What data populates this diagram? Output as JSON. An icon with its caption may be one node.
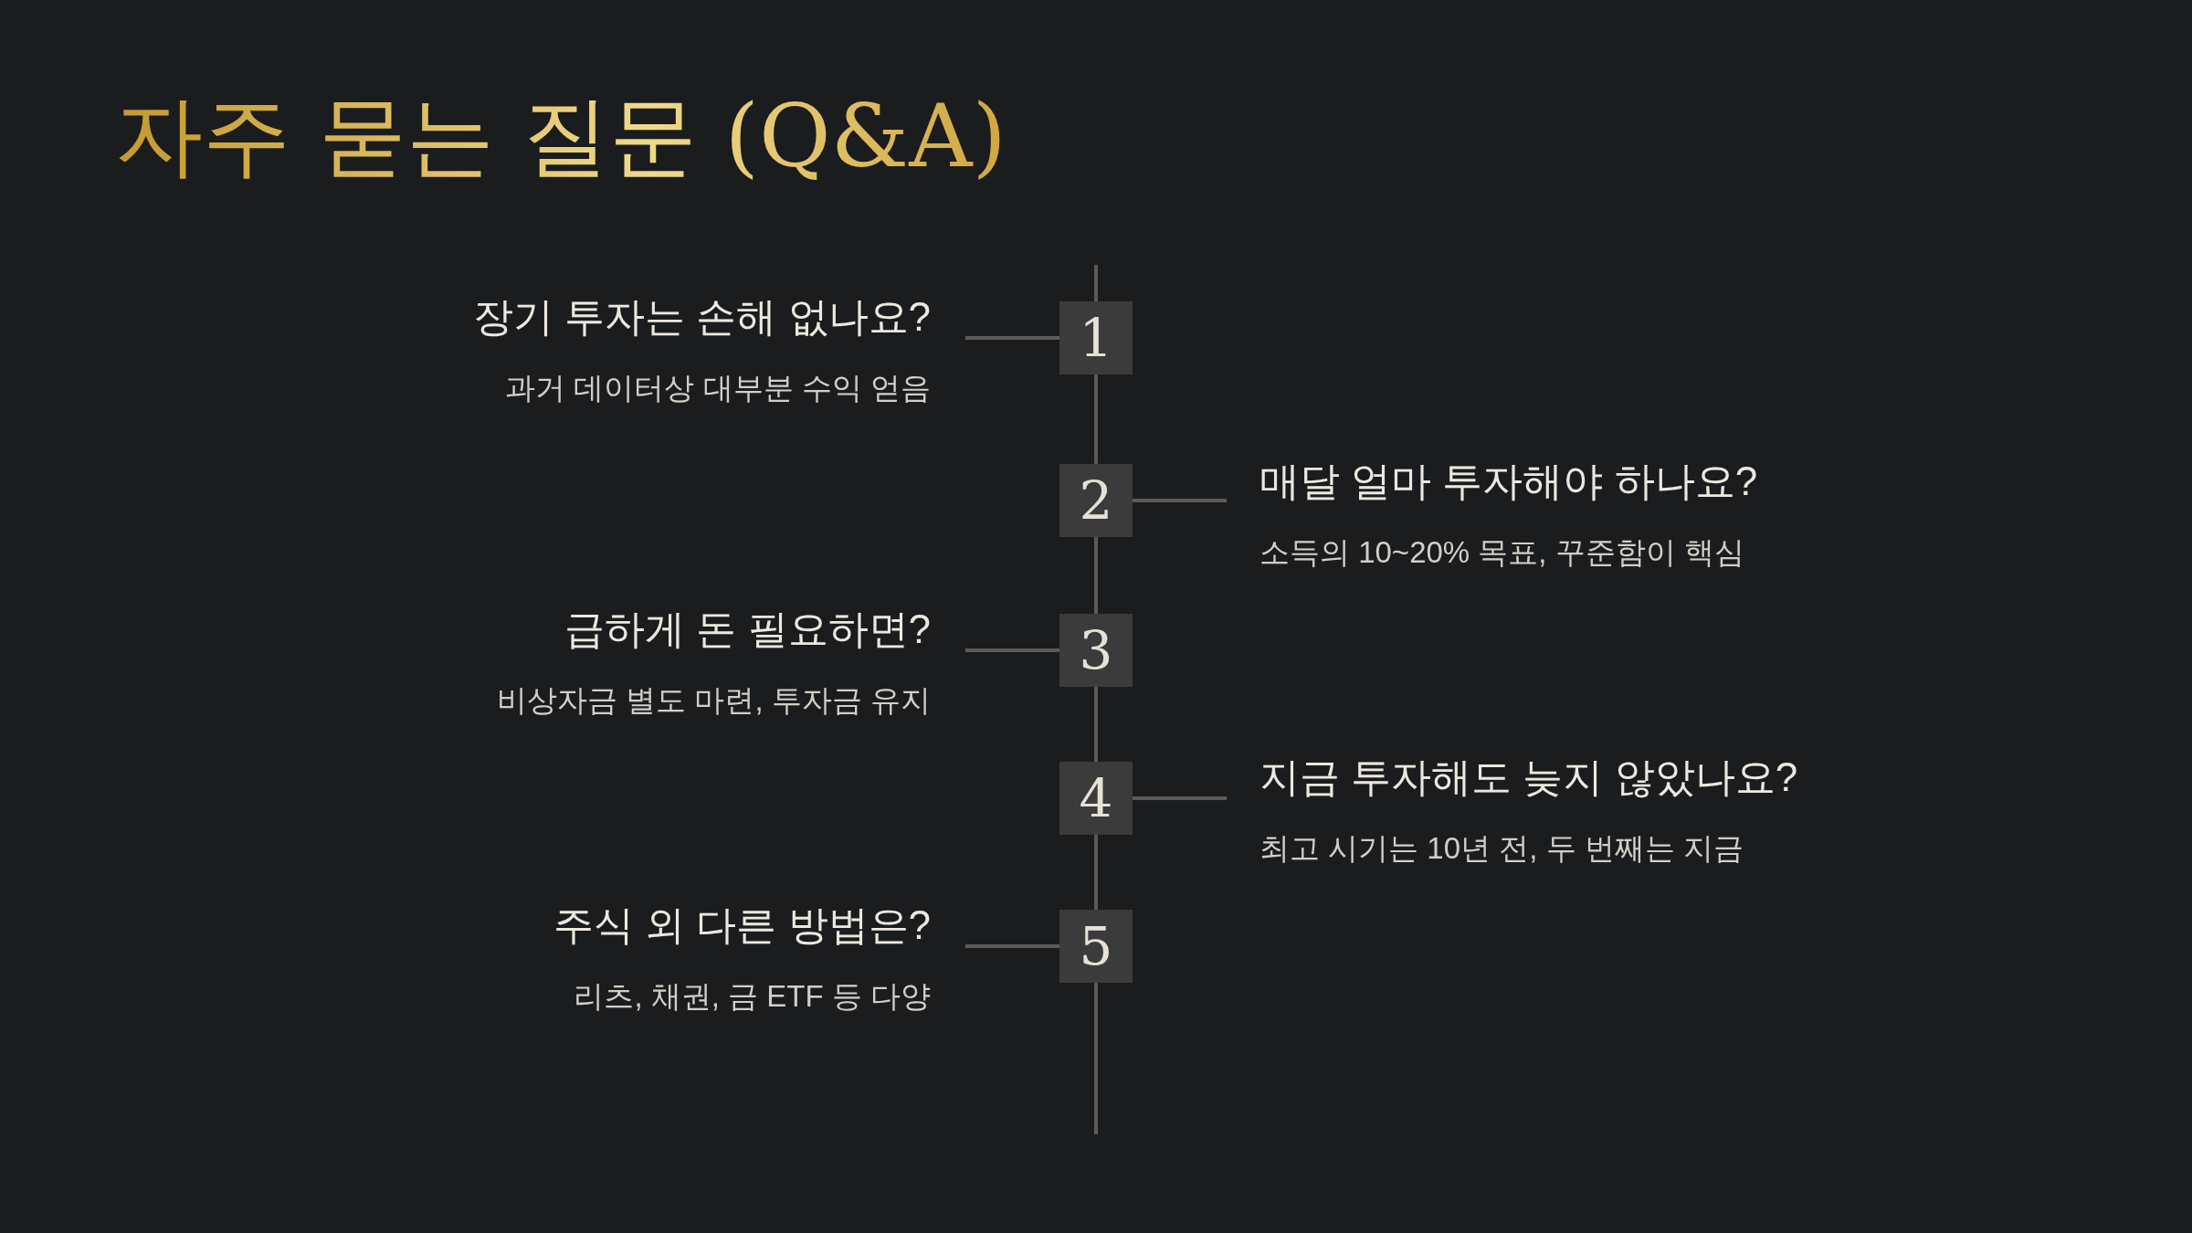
{
  "diagram": {
    "title": "자주 묻는 질문 (Q&A)",
    "nodes": [
      {
        "text": [
          "장기 투자는 손해 없나요?",
          "과거 데이터상 대부분 수익 얻음"
        ]
      },
      {
        "text": [
          "1"
        ]
      },
      {
        "text": [
          "2"
        ]
      },
      {
        "text": [
          "매달 얼마 투자해야 하나요?",
          "소득의 10~20% 목표, 꾸준함이 핵심"
        ]
      },
      {
        "text": [
          "급하게 돈 필요하면?",
          "비상자금 별도 마련, 투자금 유지"
        ]
      },
      {
        "text": [
          "3"
        ]
      },
      {
        "text": [
          "4"
        ]
      },
      {
        "text": [
          "지금 투자해도 늦지 않았나요?",
          "최고 시기는 10년 전, 두 번째는 지금"
        ]
      },
      {
        "text": [
          "주식 외 다른 방법은?",
          "리츠, 채권, 금 ETF 등 다양"
        ]
      },
      {
        "text": [
          "5"
        ]
      }
    ],
    "edges": [
      {
        "from": 1,
        "to": 0,
        "arrow": "none"
      },
      {
        "from": 2,
        "to": 3,
        "arrow": "none"
      },
      {
        "from": 5,
        "to": 4,
        "arrow": "none"
      },
      {
        "from": 6,
        "to": 7,
        "arrow": "none"
      },
      {
        "from": 9,
        "to": 8,
        "arrow": "none"
      },
      {
        "from": 1,
        "to": 2,
        "arrow": "none"
      },
      {
        "from": 2,
        "to": 5,
        "arrow": "none"
      },
      {
        "from": 5,
        "to": 6,
        "arrow": "none"
      },
      {
        "from": 6,
        "to": 9,
        "arrow": "none"
      }
    ]
  }
}
